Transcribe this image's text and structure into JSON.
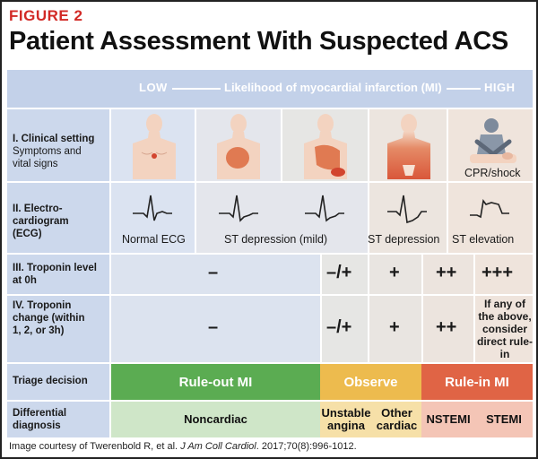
{
  "figure": {
    "label": "FIGURE 2",
    "title": "Patient Assessment With Suspected ACS"
  },
  "header": {
    "low": "LOW",
    "middle": "Likelihood of myocardial infarction (MI)",
    "high": "HIGH"
  },
  "rows": {
    "clinical": {
      "label_bold": "I. Clinical setting",
      "label_rest": "Symptoms and vital signs",
      "cpr_caption": "CPR/shock"
    },
    "ecg": {
      "label": "II. Electro-cardiogram (ECG)",
      "captions": [
        "Normal ECG",
        "ST depression (mild)",
        "ST depression",
        "ST elevation"
      ]
    },
    "troponin_level": {
      "label": "III. Troponin level at 0h",
      "values": [
        "–",
        "–/+",
        "+",
        "++",
        "+++"
      ]
    },
    "troponin_change": {
      "label": "IV. Troponin change (within 1, 2, or 3h)",
      "values": [
        "–",
        "–/+",
        "+",
        "++"
      ],
      "note": "If any of the above, consider direct rule-in"
    },
    "triage": {
      "label": "Triage decision",
      "rule_out": "Rule-out MI",
      "observe": "Observe",
      "rule_in": "Rule-in MI"
    },
    "differential": {
      "label": "Differential diagnosis",
      "noncardiac": "Noncardiac",
      "unstable_angina": "Unstable angina",
      "other_cardiac": "Other cardiac",
      "nstemi": "NSTEMI",
      "stemi": "STEMI"
    }
  },
  "caption": {
    "prefix": "Image courtesy of Twerenbold R, et al.",
    "journal": "J Am Coll Cardiol",
    "suffix": ". 2017;70(8):996-1012."
  },
  "colors": {
    "title_red": "#d22a26",
    "header_blue": "#c3d1e9",
    "label_blue": "#ccd8ec",
    "low_cell": "#dbe3f1",
    "mid_cell": "#e6e6e4",
    "warm_cell": "#efe4dc",
    "rule_out_green": "#5bac52",
    "observe_yellow": "#edbb4e",
    "rule_in_red": "#e06445",
    "diff_green": "#cfe6c8",
    "diff_yellow": "#f6e0a8",
    "diff_red": "#f4c5b6",
    "skin": "#f3d3c0",
    "pain": "#e07a52"
  }
}
